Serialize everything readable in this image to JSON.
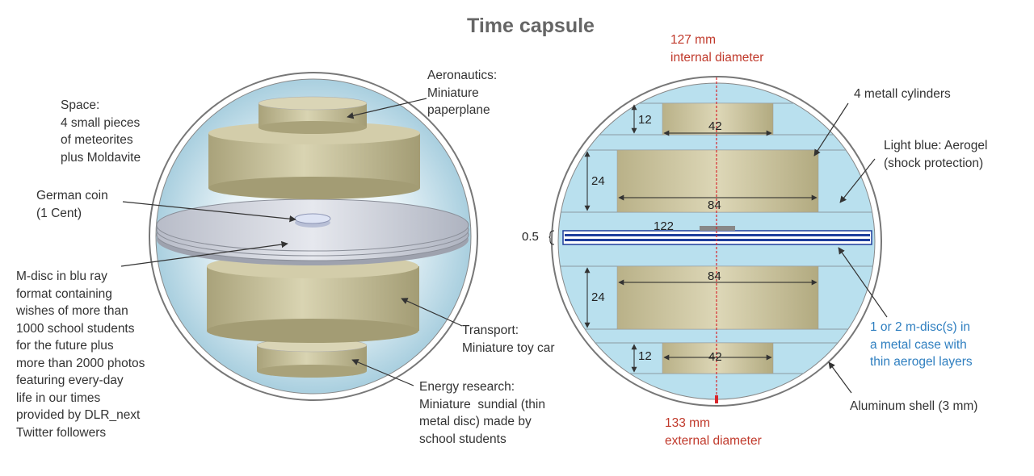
{
  "title": "Time capsule",
  "left": {
    "space": "Space:\n4 small pieces\nof meteorites\nplus Moldavite",
    "coin": "German coin\n(1 Cent)",
    "mdisc": "M-disc in blu ray\nformat containing\nwishes of more than\n1000 school students\nfor the future plus\nmore than 2000 photos\nfeaturing every-day\nlife in our times\nprovided by DLR_next\nTwitter followers",
    "aeronautics": "Aeronautics:\nMiniature\npaperplane",
    "transport": "Transport:\nMiniature toy car",
    "energy": "Energy research:\nMiniature  sundial (thin\nmetal disc) made by\nschool students"
  },
  "right": {
    "internal": "127 mm\ninternal diameter",
    "external": "133 mm\nexternal diameter",
    "cylinders": "4 metall cylinders",
    "aerogel": "Light blue: Aerogel\n(shock protection)",
    "mdisc_case": "1 or 2 m-disc(s) in\na metal case with\nthin aerogel layers",
    "shell": "Aluminum shell (3 mm)",
    "dims": {
      "h12a": "12",
      "w42a": "42",
      "h24a": "24",
      "w84a": "84",
      "w122": "122",
      "h05": "0.5",
      "h24b": "24",
      "w84b": "84",
      "h12b": "12",
      "w42b": "42"
    }
  },
  "colors": {
    "aerogel": "#b9e0ee",
    "cylinder": "#c9c29b",
    "disc_blue": "#1f3e9c",
    "red_line": "#d9262c"
  }
}
